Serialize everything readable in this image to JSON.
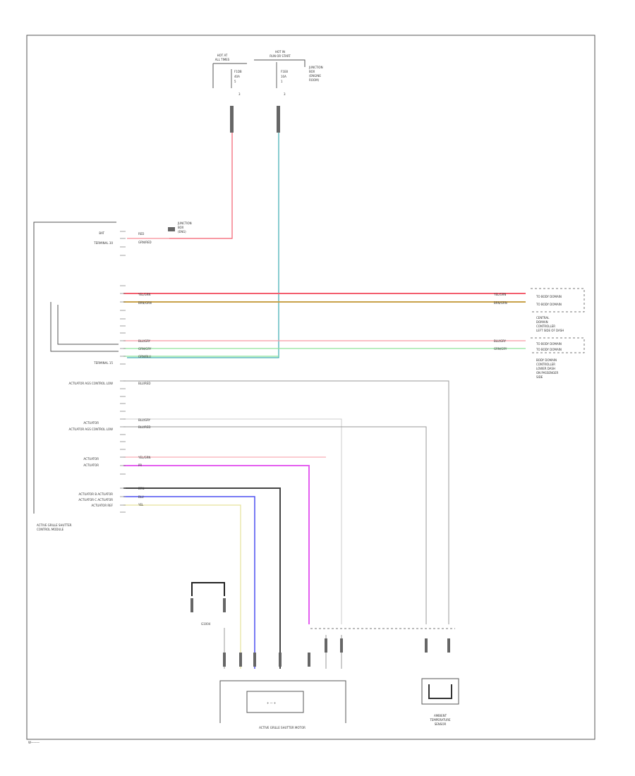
{
  "page_code": "W———",
  "top_sources": {
    "left": {
      "line1": "HOT AT",
      "line2": "ALL TIMES",
      "fuse": "F1DB",
      "fuse_lines": [
        "40A",
        "5"
      ]
    },
    "right": {
      "line1": "HOT IN",
      "line2": "RUN OR START",
      "fuse": "F1E8",
      "fuse_lines": [
        "10A",
        "1"
      ],
      "note": [
        "JUNCTION",
        "BOX",
        "(ENGINE",
        "ROOM)"
      ]
    }
  },
  "inline_fuse_label": [
    "JUNCTION",
    "BOX",
    "(ENG)"
  ],
  "module": {
    "title_line1": "ACTIVE GRILLE SHUTTER",
    "title_line2": "CONTROL MODULE",
    "pins_top": [
      "BAT",
      "TERMINAL 30"
    ],
    "terminal15": "TERMINAL 15",
    "mid": [
      "ACTUATOR AGS CONTROL LOW",
      "ACTUATOR",
      "ACTUATOR AGS CONTROL LOW",
      "ACTUATOR",
      "ACTUATOR"
    ],
    "bottom": [
      "ACTUATOR B ACTUATOR",
      "ACTUATOR C ACTUATOR",
      "ACTUATOR REF"
    ],
    "wire_tags": [
      "RED",
      "GRN/RED",
      "YEL/GRN",
      "BRN/GRN",
      "BLU/GRY",
      "GRN/GRY",
      "GRN/BLU",
      "BLU/RED",
      "BLU/GRY",
      "BLU/RED",
      "YEL/GRN",
      "PR",
      "BRN",
      "BLU",
      "YEL"
    ]
  },
  "right_modules": {
    "a": {
      "rows": [
        "TO BODY DOMAIN",
        "TO BODY DOMAIN"
      ],
      "note": [
        "CENTRAL",
        "DOMAIN",
        "CONTROLLER",
        "LEFT SIDE OF DASH"
      ]
    },
    "b": {
      "rows": [
        "TO BODY DOMAIN",
        "TO BODY DOMAIN"
      ],
      "note": [
        "BODY DOMAIN",
        "CONTROLLER",
        "LOWER DASH",
        "ON PASSENGER",
        "SIDE"
      ]
    }
  },
  "ground_label": "G1004",
  "motor_label": "ACTIVE GRILLE SHUTTER MOTOR",
  "sensor_label": [
    "AMBIENT",
    "TEMPERATURE",
    "SENSOR"
  ],
  "colors": {
    "red": "#f35e6e",
    "pink": "#f79aa3",
    "orange": "#c9a24a",
    "teal": "#3aaab0",
    "green": "#8fe39b",
    "magenta": "#e45ef0",
    "blue": "#4b4ff0",
    "yellow": "#e6e29a",
    "gray": "#9a9a9a",
    "dark": "#444444"
  }
}
